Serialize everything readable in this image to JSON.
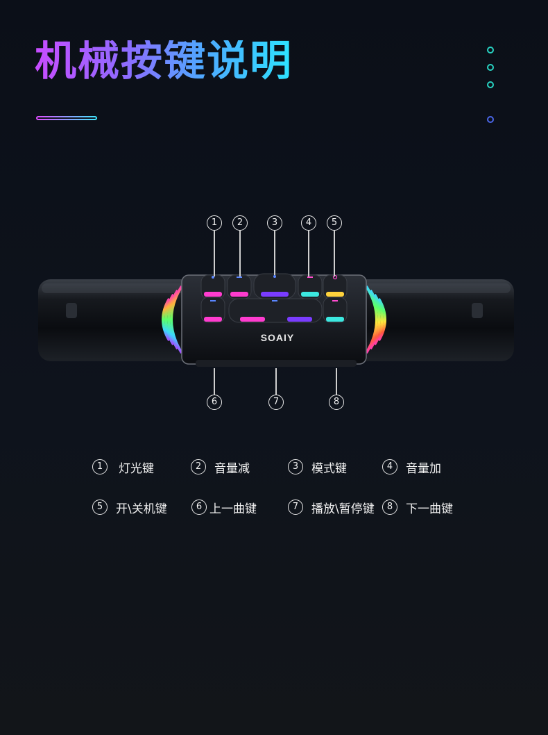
{
  "header": {
    "title": "机械按键说明"
  },
  "product": {
    "brand": "SOAIY"
  },
  "callouts": {
    "top": [
      "1",
      "2",
      "3",
      "4",
      "5"
    ],
    "bottom": [
      "6",
      "7",
      "8"
    ]
  },
  "legend": [
    {
      "num": "1",
      "label": "灯光键"
    },
    {
      "num": "2",
      "label": "音量减"
    },
    {
      "num": "3",
      "label": "模式键"
    },
    {
      "num": "4",
      "label": "音量加"
    },
    {
      "num": "5",
      "label": "开\\关机键"
    },
    {
      "num": "6",
      "label": "上一曲键"
    },
    {
      "num": "7",
      "label": "播放\\暂停键"
    },
    {
      "num": "8",
      "label": "下一曲键"
    }
  ],
  "colors": {
    "accent_teal": "#28d3c2",
    "accent_blue": "#4a66e8",
    "title_gradient_start": "#c84cff",
    "title_gradient_end": "#2de3ff"
  }
}
